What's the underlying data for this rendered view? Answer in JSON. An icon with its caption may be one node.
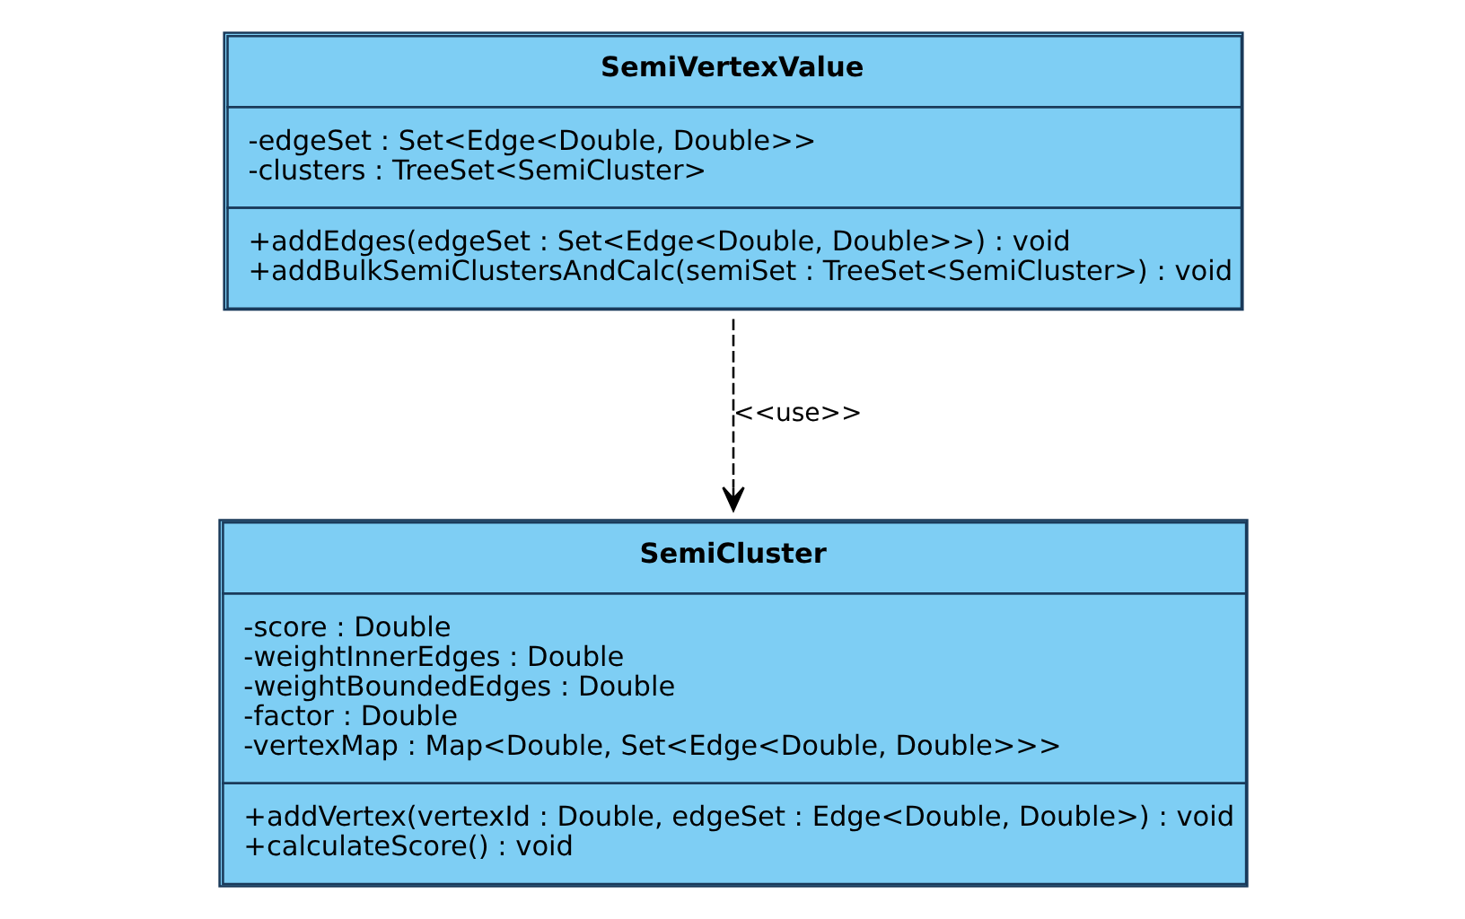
{
  "diagram": {
    "nodes": [
      {
        "text": [
          "SemiVertexValue",
          "-edgeSet : Set<Edge<Double, Double>>",
          "-clusters : TreeSet<SemiCluster>",
          "+addEdges(edgeSet : Set<Edge<Double, Double>>) : void",
          "+addBulkSemiClustersAndCalc(semiSet : TreeSet<SemiCluster>) : void"
        ]
      },
      {
        "text": [
          "SemiCluster",
          "-score : Double",
          "-weightInnerEdges : Double",
          "-weightBoundedEdges : Double",
          "-factor : Double",
          "-vertexMap : Map<Double, Set<Edge<Double, Double>>>",
          "+addVertex(vertexId : Double, edgeSet : Edge<Double, Double>) : void",
          "+calculateScore() : void"
        ]
      }
    ],
    "edges": [
      {
        "from": 0,
        "to": 1,
        "arrow": "to",
        "label": "<<use>>",
        "style": "dashed"
      }
    ]
  }
}
